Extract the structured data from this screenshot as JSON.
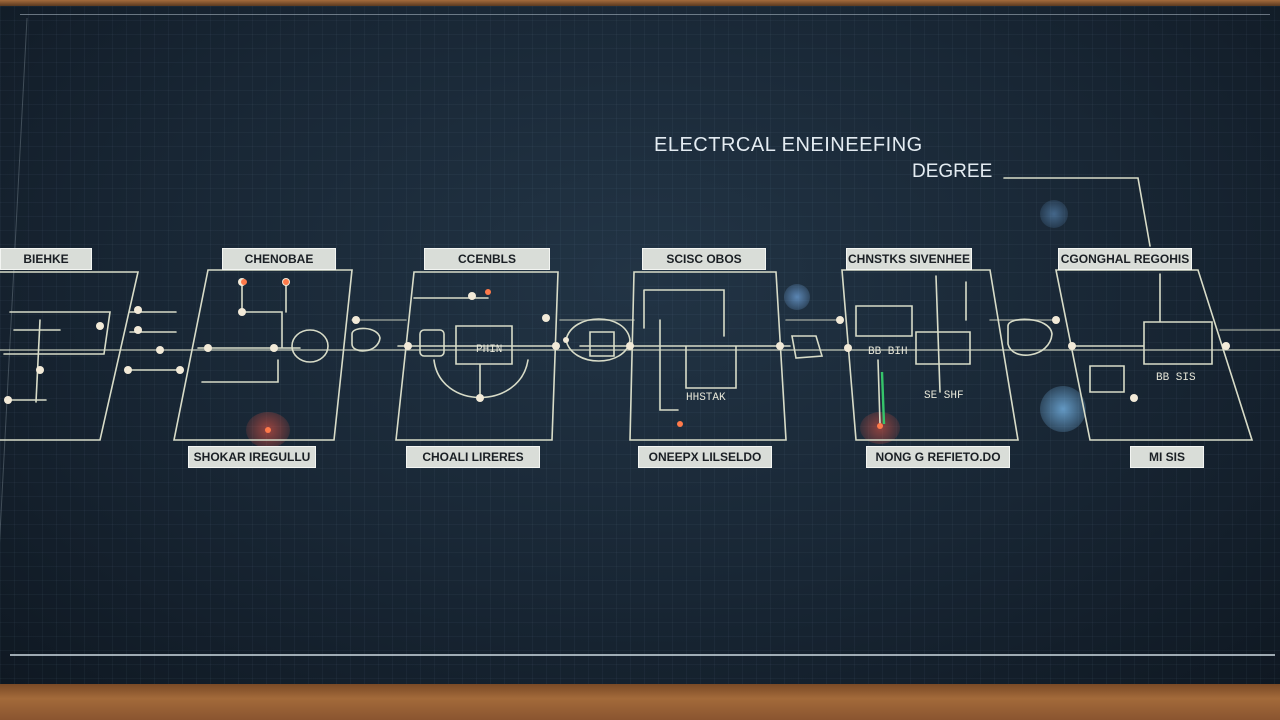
{
  "heading": {
    "title": "ELECTRCAL ENEINEEFING",
    "subtitle": "DEGREE"
  },
  "blocks": [
    {
      "top_label": "BIEHKE",
      "bottom_label": ""
    },
    {
      "top_label": "CHENOBAE",
      "bottom_label": "SHOKAR IREGULLU"
    },
    {
      "top_label": "CCENBLS",
      "bottom_label": "CHOALI LIRERES"
    },
    {
      "top_label": "SCISC OBOS",
      "bottom_label": "ONEEPX LILSELDO"
    },
    {
      "top_label": "CHNSTKS SIVENHEE",
      "bottom_label": "NONG G REFIETO.DO"
    },
    {
      "top_label": "CGONGHAL REGOHIS",
      "bottom_label": "MI SIS"
    }
  ],
  "chip_labels": [
    "PHIN",
    "HHSTAK",
    "BB BIH",
    "SE SHF",
    "BB SIS"
  ],
  "colors": {
    "board": "#182634",
    "trace": "#d8dcc8",
    "node_glow": "#ff7a4a",
    "accent_green": "#35c46a",
    "label_bg": "#d9ddd8"
  }
}
